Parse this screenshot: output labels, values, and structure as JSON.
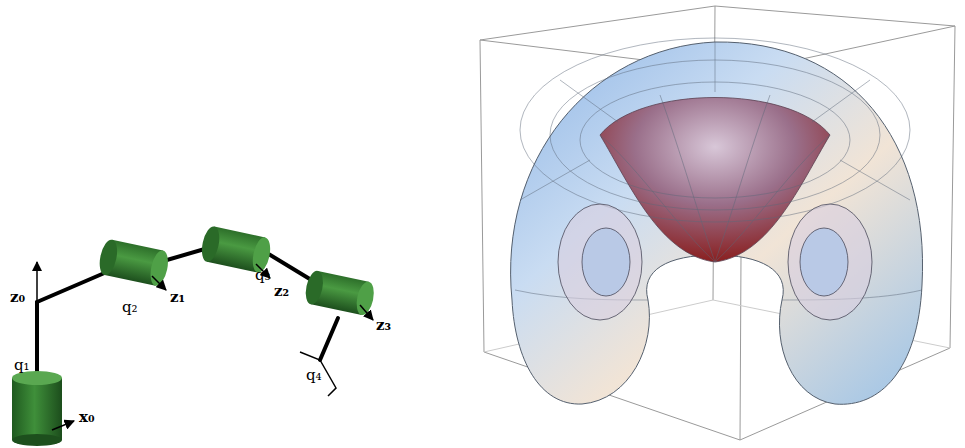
{
  "diagram": {
    "labels": [
      "z₀",
      "q₁",
      "x₀",
      "q₂",
      "z₁",
      "q₃",
      "z₂",
      "q₄",
      "z₃"
    ]
  }
}
